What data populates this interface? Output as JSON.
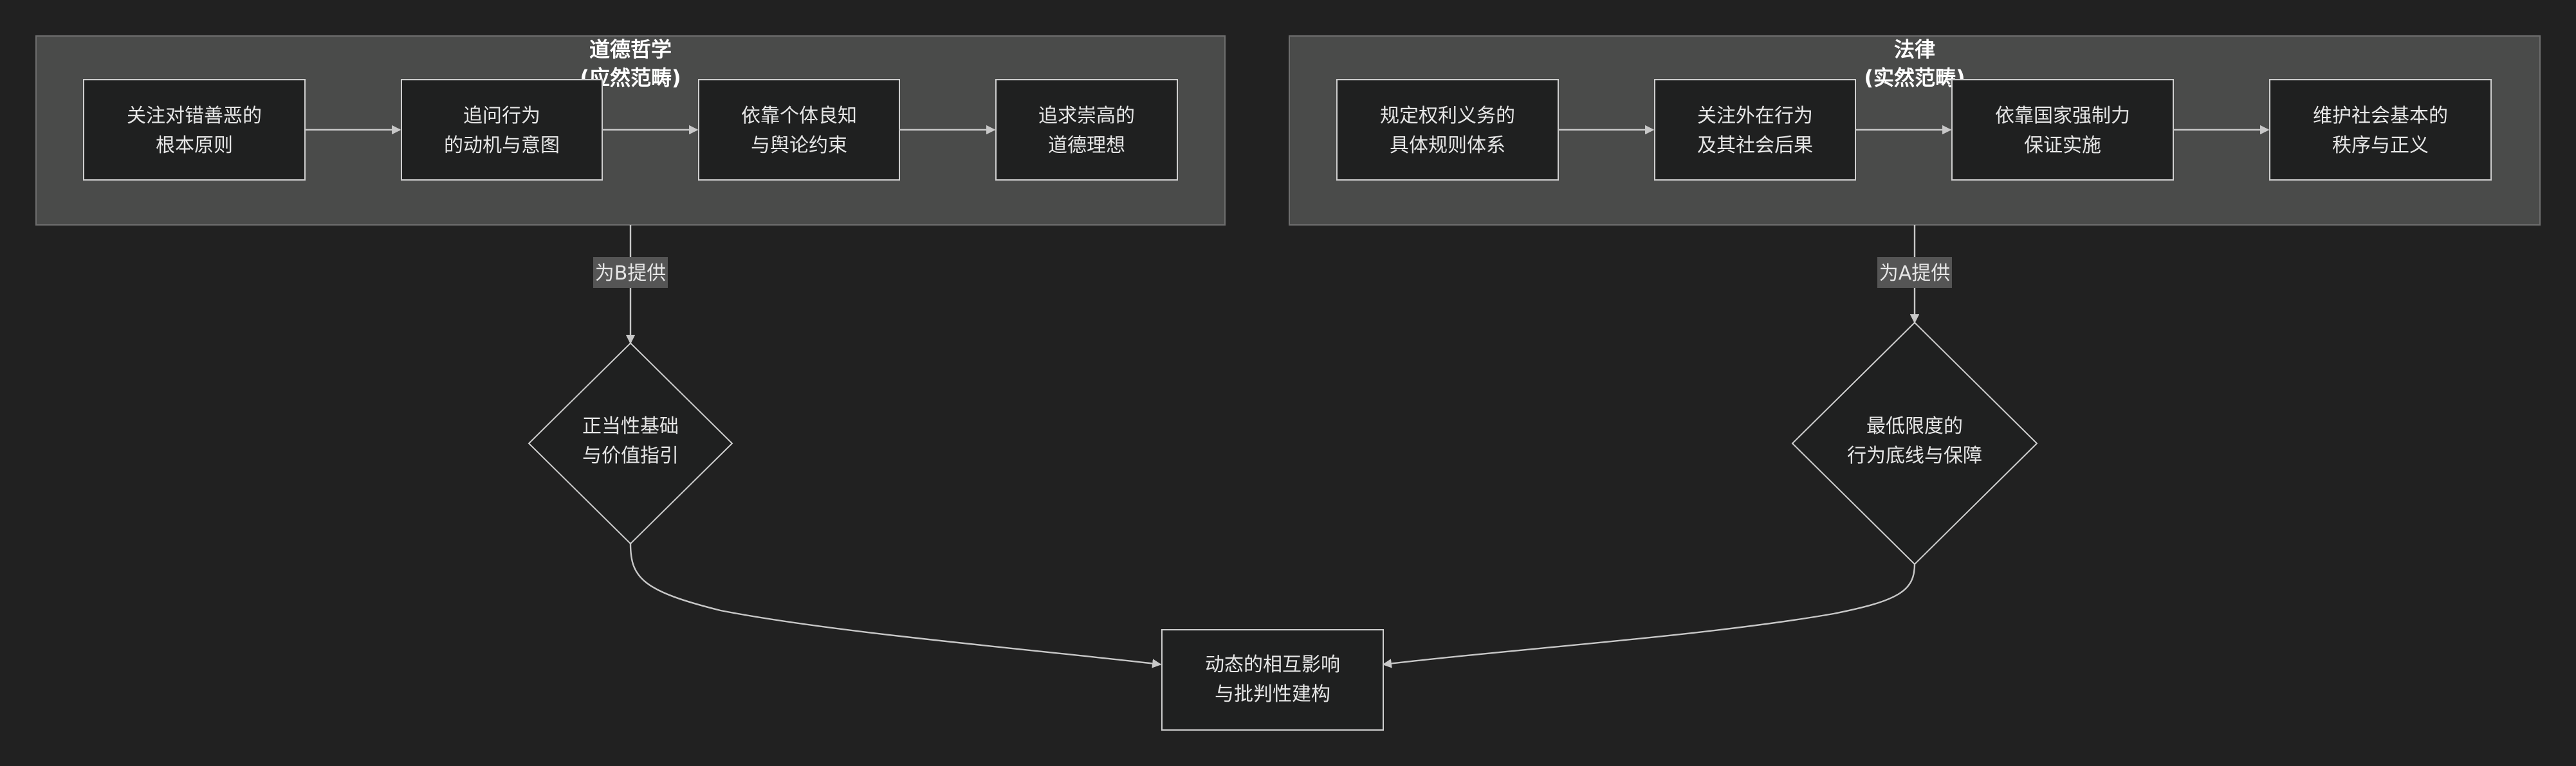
{
  "clusters": {
    "moral": {
      "title_line1": "道德哲学",
      "title_line2": "(应然范畴)",
      "nodes": [
        {
          "line1": "关注对错善恶的",
          "line2": "根本原则"
        },
        {
          "line1": "追问行为",
          "line2": "的动机与意图"
        },
        {
          "line1": "依靠个体良知",
          "line2": "与舆论约束"
        },
        {
          "line1": "追求崇高的",
          "line2": "道德理想"
        }
      ]
    },
    "law": {
      "title_line1": "法律",
      "title_line2": "(实然范畴)",
      "nodes": [
        {
          "line1": "规定权利义务的",
          "line2": "具体规则体系"
        },
        {
          "line1": "关注外在行为",
          "line2": "及其社会后果"
        },
        {
          "line1": "依靠国家强制力",
          "line2": "保证实施"
        },
        {
          "line1": "维护社会基本的",
          "line2": "秩序与正义"
        }
      ]
    }
  },
  "decisions": {
    "a": {
      "line1": "正当性基础",
      "line2": "与价值指引"
    },
    "b": {
      "line1": "最低限度的",
      "line2": "行为底线与保障"
    }
  },
  "edge_labels": {
    "moral_to_a": "为B提供",
    "law_to_b": "为A提供"
  },
  "result": {
    "line1": "动态的相互影响",
    "line2": "与批判性建构"
  },
  "colors": {
    "background": "#212121",
    "cluster_fill": "#4a4b4a",
    "node_fill": "#1f2020",
    "stroke": "#cfcfcf"
  }
}
